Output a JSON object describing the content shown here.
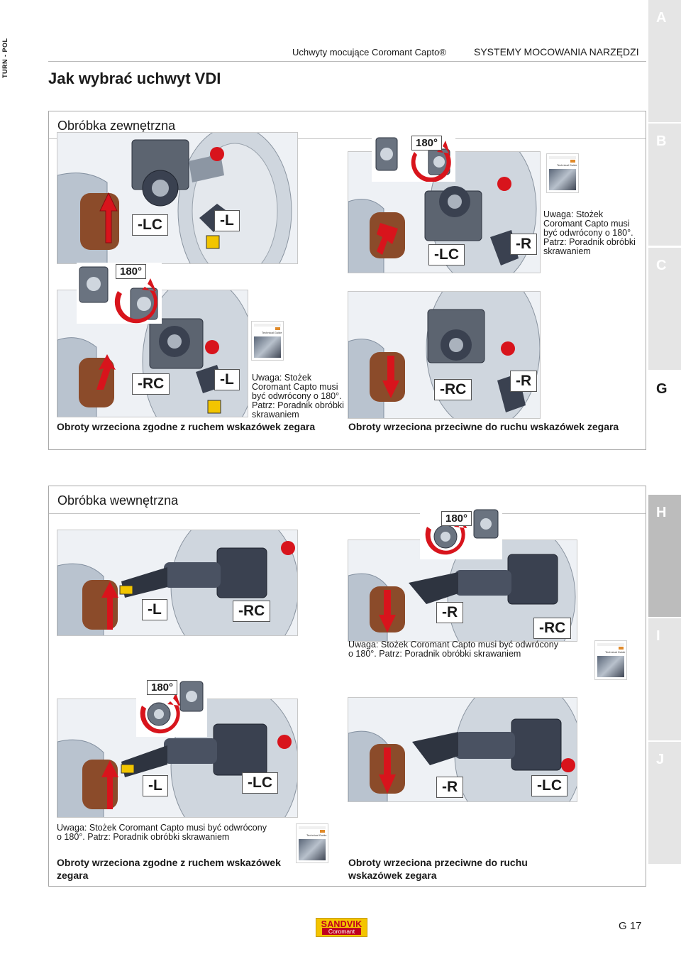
{
  "side_tag": "TURN - POL",
  "index_tabs": [
    {
      "letter": "A",
      "bg": "#e5e5e5",
      "active": false
    },
    {
      "letter": "B",
      "bg": "#e5e5e5",
      "active": false
    },
    {
      "letter": "C",
      "bg": "#e5e5e5",
      "active": false
    },
    {
      "letter": "G",
      "bg": "#e5e5e5",
      "active": true
    },
    {
      "letter": "H",
      "bg": "#bcbcbc",
      "active": false
    },
    {
      "letter": "I",
      "bg": "#e5e5e5",
      "active": false
    },
    {
      "letter": "J",
      "bg": "#e5e5e5",
      "active": false
    }
  ],
  "header": {
    "left": "Uchwyty mocujące Coromant Capto®",
    "right": "SYSTEMY MOCOWANIA NARZĘDZI"
  },
  "page_title": "Jak wybrać uchwyt VDI",
  "external": {
    "heading": "Obróbka zewnętrzna",
    "cell1": {
      "tool": "-LC",
      "insert": "-L"
    },
    "cell2": {
      "deg": "180°",
      "tool": "-LC",
      "insert": "-R",
      "note": [
        "Uwaga: Stożek",
        "Coromant Capto musi",
        "być odwrócony o 180°.",
        "Patrz: Poradnik obróbki",
        "skrawaniem"
      ]
    },
    "cell3": {
      "deg": "180°",
      "tool": "-RC",
      "insert": "-L",
      "note": [
        "Uwaga: Stożek",
        "Coromant Capto musi",
        "być odwrócony o 180°.",
        "Patrz: Poradnik obróbki",
        "skrawaniem"
      ]
    },
    "cell4": {
      "tool": "-RC",
      "insert": "-R"
    },
    "caption_left": "Obroty wrzeciona zgodne z ruchem wskazówek zegara",
    "caption_right": "Obroty wrzeciona przeciwne do ruchu wskazówek zegara"
  },
  "internal": {
    "heading": "Obróbka wewnętrzna",
    "cell1": {
      "bar": "-L",
      "tool": "-RC"
    },
    "cell2": {
      "deg": "180°",
      "bar": "-R",
      "tool": "-RC"
    },
    "note_right": [
      "Uwaga: Stożek Coromant Capto musi być odwrócony",
      "o 180°. Patrz: Poradnik obróbki skrawaniem"
    ],
    "cell3": {
      "deg": "180°",
      "bar": "-L",
      "tool": "-LC"
    },
    "cell4": {
      "bar": "-R",
      "tool": "-LC"
    },
    "note_left": [
      "Uwaga: Stożek Coromant Capto musi być odwrócony",
      "o 180°. Patrz: Poradnik obróbki skrawaniem"
    ],
    "caption_left": [
      "Obroty wrzeciona zgodne z ruchem wskazówek",
      "zegara"
    ],
    "caption_right": [
      "Obroty wrzeciona przeciwne do ruchu",
      "wskazówek zegara"
    ]
  },
  "book": {
    "title": "Technical Guide"
  },
  "logo": {
    "brand": "SANDVIK",
    "sub": "Coromant",
    "yellow": "#f4c400",
    "red": "#c0001e"
  },
  "page_number": "G 17",
  "colors": {
    "arrow": "#d8141c",
    "workpiece": "#8b4b2a"
  }
}
